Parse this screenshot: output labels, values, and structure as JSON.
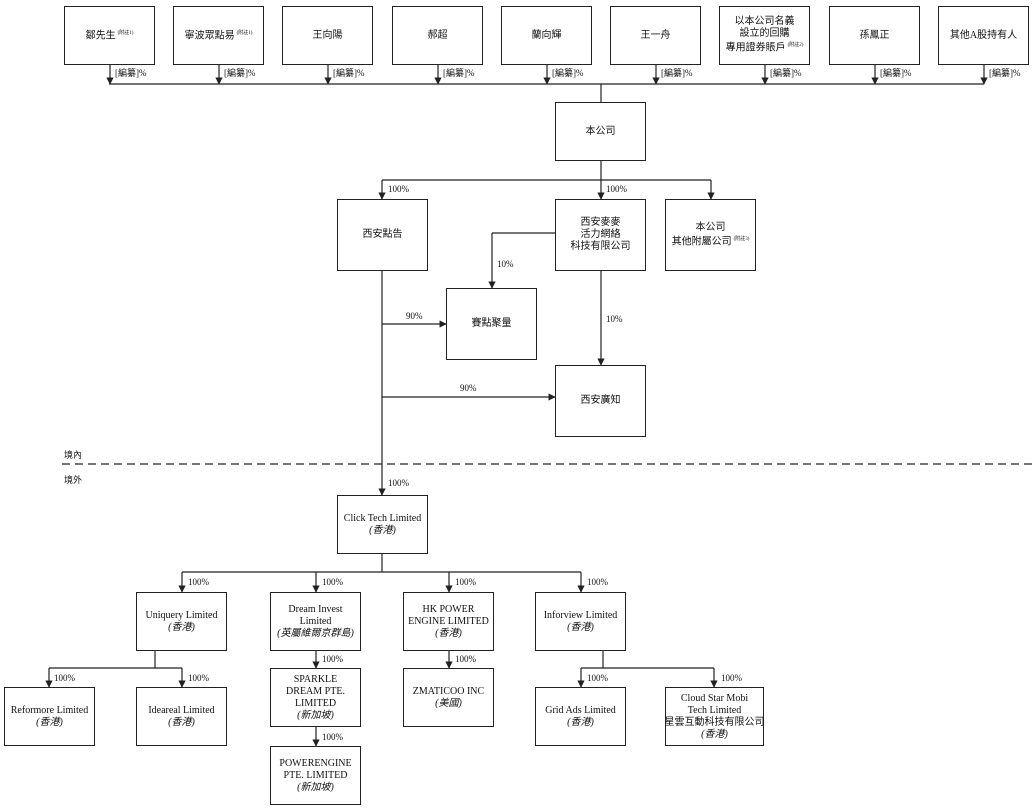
{
  "shareholders": [
    {
      "name": "鄒先生",
      "note": "(附註1)",
      "pct": "[編纂]%"
    },
    {
      "name": "寧波眾點易",
      "note": "(附註1)",
      "pct": "[編纂]%"
    },
    {
      "name": "王向陽",
      "note": "",
      "pct": "[編纂]%"
    },
    {
      "name": "郝超",
      "note": "",
      "pct": "[編纂]%"
    },
    {
      "name": "蘭向輝",
      "note": "",
      "pct": "[編纂]%"
    },
    {
      "name": "王一舟",
      "note": "",
      "pct": "[編纂]%"
    },
    {
      "name": "以本公司名義設立的回購專用證券賬戶",
      "lines": [
        "以本公司名義",
        "設立的回購",
        "專用證券賬戶"
      ],
      "note": "(附註2)",
      "pct": "[編纂]%"
    },
    {
      "name": "孫鳳正",
      "note": "",
      "pct": "[編纂]%"
    },
    {
      "name": "其他A股持有人",
      "note": "",
      "pct": "[編纂]%"
    }
  ],
  "company": {
    "name": "本公司"
  },
  "onshore": {
    "xian_dianggao": {
      "name": "西安點告",
      "pct": "100%"
    },
    "xian_maimai": {
      "lines": [
        "西安麥麥",
        "活力網絡",
        "科技有限公司"
      ],
      "pct": "100%"
    },
    "other_subs": {
      "lines": [
        "本公司",
        "其他附屬公司"
      ],
      "note": "(附註3)"
    },
    "saidian": {
      "name": "賽點聚量",
      "pct_from_maimai": "10%",
      "pct_from_dianggao": "90%"
    },
    "xian_guangzhi": {
      "name": "西安廣知",
      "pct_from_maimai": "10%",
      "pct_from_dianggao": "90%"
    }
  },
  "zones": {
    "onshore": "境內",
    "offshore": "境外"
  },
  "offshore": {
    "click_tech": {
      "name": "Click Tech Limited",
      "place": "(香港)",
      "pct": "100%"
    },
    "uniquery": {
      "lines": [
        "Uniquery Limited"
      ],
      "place": "(香港)",
      "pct": "100%"
    },
    "dream_invest": {
      "lines": [
        "Dream Invest",
        "Limited"
      ],
      "place": "(英屬維爾京群島)",
      "pct": "100%"
    },
    "hk_power": {
      "lines": [
        "HK POWER",
        "ENGINE  LIMITED"
      ],
      "place": "(香港)",
      "pct": "100%"
    },
    "inforview": {
      "lines": [
        "Inforview Limited"
      ],
      "place": "(香港)",
      "pct": "100%"
    },
    "reformore": {
      "lines": [
        "Reformore Limited"
      ],
      "place": "(香港)",
      "pct": "100%"
    },
    "idealreal": {
      "lines": [
        "Ideareal Limited"
      ],
      "place": "(香港)",
      "pct": "100%"
    },
    "sparkle": {
      "lines": [
        "SPARKLE",
        "DREAM PTE.",
        "LIMITED"
      ],
      "place": "(新加坡)",
      "pct": "100%"
    },
    "powerengine": {
      "lines": [
        "POWERENGINE",
        "PTE. LIMITED"
      ],
      "place": "(新加坡)",
      "pct": "100%"
    },
    "zmaticoo": {
      "lines": [
        "ZMATICOO INC"
      ],
      "place": "(美國)",
      "pct": "100%"
    },
    "grid_ads": {
      "lines": [
        "Grid Ads Limited"
      ],
      "place": "(香港)",
      "pct": "100%"
    },
    "cloud_star": {
      "lines": [
        "Cloud Star Mobi",
        "Tech Limited",
        "星雲互動科技有限公司"
      ],
      "place": "(香港)",
      "pct": "100%"
    }
  }
}
